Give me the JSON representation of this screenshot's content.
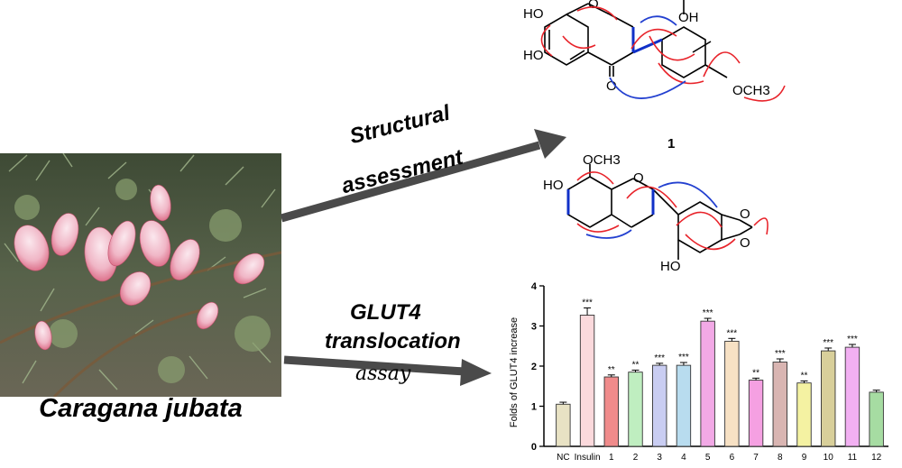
{
  "species_label": "Caragana jubata",
  "arrow_top": {
    "line1": "Structural",
    "line2": "assessment"
  },
  "arrow_bottom": {
    "line1": "GLUT4",
    "line2": "translocation",
    "line3": "assay"
  },
  "compound1": {
    "label": "1",
    "groups": {
      "ho_top": "HO",
      "ho_bottom": "HO",
      "oh": "OH",
      "o_ring": "O",
      "carbonyl_o": "O",
      "methoxy": "OCH3"
    }
  },
  "compound2": {
    "groups": {
      "methoxy": "OCH3",
      "ho_left": "HO",
      "o_ring": "O",
      "ho_bottom": "HO",
      "o_dioxole_top": "O",
      "o_dioxole_bottom": "O"
    }
  },
  "colors": {
    "hmbc_red": "#e8232a",
    "cosy_blue": "#2340d0",
    "bold_blue": "#1030c8",
    "arrow_gray": "#4a4a4a"
  },
  "chart_data": {
    "type": "bar",
    "title": "",
    "xlabel": "",
    "ylabel": "Folds of GLUT4 increase",
    "ylim": [
      0,
      4
    ],
    "yticks": [
      0,
      1,
      2,
      3,
      4
    ],
    "categories": [
      "NC",
      "Insulin",
      "1",
      "2",
      "3",
      "4",
      "5",
      "6",
      "7",
      "8",
      "9",
      "10",
      "11",
      "12"
    ],
    "values": [
      1.05,
      3.27,
      1.73,
      1.85,
      2.02,
      2.02,
      3.12,
      2.62,
      1.65,
      2.1,
      1.58,
      2.38,
      2.47,
      1.35
    ],
    "errors": [
      0.05,
      0.18,
      0.05,
      0.05,
      0.05,
      0.07,
      0.07,
      0.07,
      0.05,
      0.08,
      0.05,
      0.07,
      0.07,
      0.05
    ],
    "significance": [
      "",
      "***",
      "**",
      "**",
      "***",
      "***",
      "***",
      "***",
      "**",
      "***",
      "**",
      "***",
      "***",
      ""
    ],
    "bar_colors": [
      "#e8e2c4",
      "#fbd9dc",
      "#f08b8b",
      "#bfeec0",
      "#c9cdf2",
      "#b8dcef",
      "#f2a9e6",
      "#f7e1c4",
      "#f5a0e2",
      "#d9b5b2",
      "#f4f2a2",
      "#d8cf9a",
      "#f2b0f2",
      "#a6dca2"
    ]
  }
}
